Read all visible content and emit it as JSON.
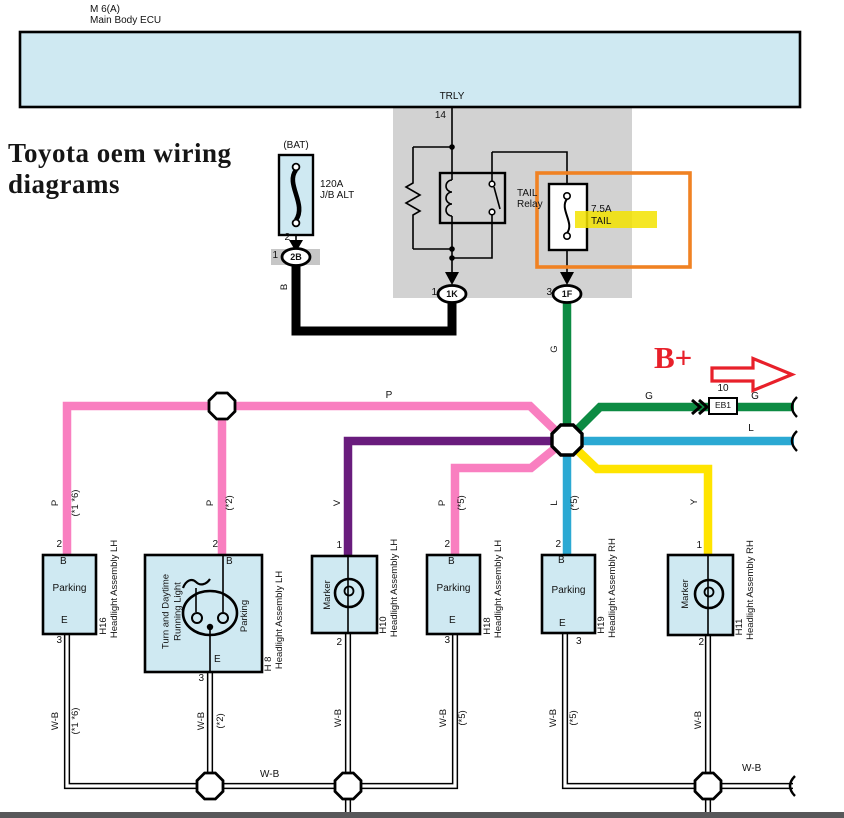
{
  "colors": {
    "pink": "#F97FC0",
    "green": "#0D8B43",
    "blue": "#2BA9D3",
    "yellow": "#FFE400",
    "purple": "#691C7D",
    "red": "#E8202A",
    "orange": "#F08223",
    "highlight": "#F3E300",
    "box_fill": "#CFE9F2",
    "gray_panel": "#D2D2D2",
    "ground_bar": "#58585A"
  },
  "header": {
    "ecu_ref": "M 6(A)",
    "ecu_name": "Main Body ECU",
    "trly": "TRLY",
    "trly_pin": "14"
  },
  "watermark": "Toyota oem wiring\ndiagrams",
  "bplus_label": "B+",
  "battery": {
    "fuse_label": "(BAT)",
    "fuse_rating": "120A\nJ/B ALT",
    "pin": "2",
    "connector_pin": "1",
    "connector_code": "2B",
    "wire_color_code": "B"
  },
  "relay_panel": {
    "relay_name": "TAIL\nRelay",
    "fuse_rating": "7.5A",
    "fuse_name": "TAIL",
    "left_connector_pin": "1",
    "left_connector_code": "1K",
    "right_connector_pin": "3",
    "right_connector_code": "1F",
    "output_wire_code": "G"
  },
  "harness": {
    "top_wire_code": "P",
    "eb1_wire_left": "G",
    "eb1_pin": "10",
    "eb1_code": "EB1",
    "eb1_wire_right": "G",
    "l_wire_code": "L"
  },
  "branch_labels": [
    {
      "code": "P",
      "note": "(*1 *6)"
    },
    {
      "code": "P",
      "note": "(*2)"
    },
    {
      "code": "V",
      "note": ""
    },
    {
      "code": "P",
      "note": "(*5)"
    },
    {
      "code": "L",
      "note": "(*5)"
    },
    {
      "code": "Y",
      "note": ""
    }
  ],
  "components": [
    {
      "code": "H16",
      "name": "Headlight Assembly LH",
      "role": "Parking",
      "terminal_top": "B",
      "terminal_bottom": "E",
      "pin_top": "2",
      "pin_bottom": "3"
    },
    {
      "code": "H 8",
      "name": "Headlight Assembly LH",
      "role": "Parking",
      "role2": "Turn and Daytime\nRunning Light",
      "terminal_top": "B",
      "terminal_bottom": "E",
      "pin_top": "2",
      "pin_bottom": "3"
    },
    {
      "code": "H10",
      "name": "Headlight Assembly LH",
      "role": "Marker",
      "pin_top": "1",
      "pin_bottom": "2"
    },
    {
      "code": "H18",
      "name": "Headlight Assembly LH",
      "role": "Parking",
      "terminal_top": "B",
      "terminal_bottom": "E",
      "pin_top": "2",
      "pin_bottom": "3"
    },
    {
      "code": "H19",
      "name": "Headlight Assembly RH",
      "role": "Parking",
      "terminal_top": "B",
      "terminal_bottom": "E",
      "pin_top": "2",
      "pin_bottom": "3"
    },
    {
      "code": "H11",
      "name": "Headlight Assembly RH",
      "role": "Marker",
      "pin_top": "1",
      "pin_bottom": "2"
    }
  ],
  "ground_labels": [
    {
      "code": "W-B",
      "note": "(*1 *6)"
    },
    {
      "code": "W-B",
      "note": "(*2)"
    },
    {
      "code": "W-B",
      "note": ""
    },
    {
      "code": "W-B",
      "note": "(*5)"
    },
    {
      "code": "W-B",
      "note": "(*5)"
    },
    {
      "code": "W-B",
      "note": ""
    }
  ],
  "ground_bus_label": "W-B",
  "ground_out_label": "W-B"
}
